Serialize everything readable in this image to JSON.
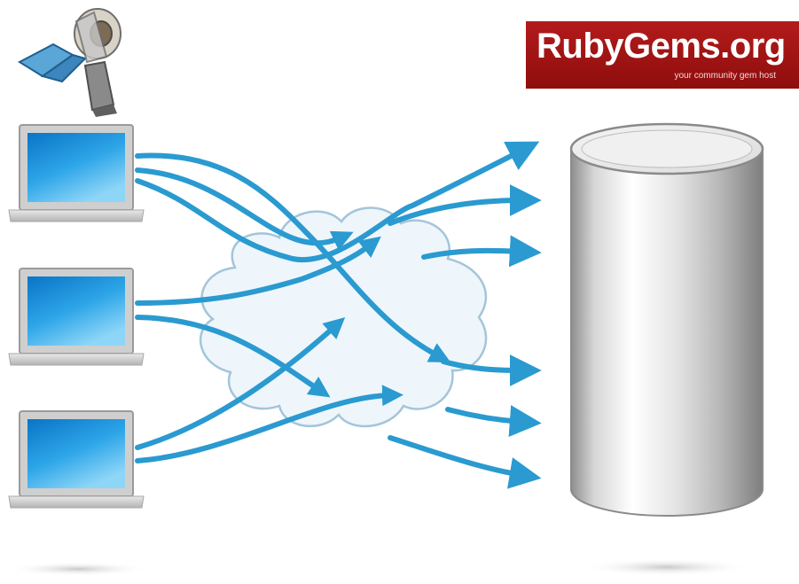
{
  "logo": {
    "title": "RubyGems.org",
    "tagline": "your community gem host"
  },
  "icons": {
    "tape_dispenser": "tape-dispenser-icon",
    "laptop": "laptop-icon",
    "cloud": "cloud-icon",
    "database": "database-cylinder-icon"
  },
  "colors": {
    "arrow": "#2a9ad0",
    "logo_background": "#9d1414",
    "screen": "#1d8fd8",
    "cloud_outline": "#9fc2d8"
  },
  "laptops": [
    {
      "id": "laptop-1"
    },
    {
      "id": "laptop-2"
    },
    {
      "id": "laptop-3"
    }
  ]
}
